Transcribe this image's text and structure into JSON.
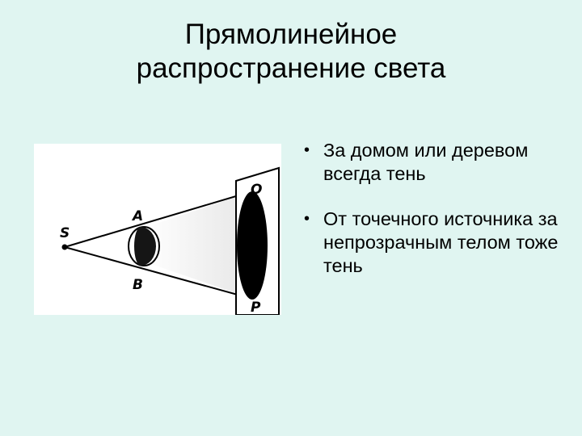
{
  "slide": {
    "title_line1": "Прямолинейное",
    "title_line2": "распространение света"
  },
  "figure": {
    "labels": {
      "s": "S",
      "a": "A",
      "b": "B",
      "o": "O",
      "p": "P"
    }
  },
  "bullets": [
    {
      "text": "За домом или деревом всегда тень"
    },
    {
      "text": "От точечного источника за непрозрачным телом тоже тень"
    }
  ]
}
